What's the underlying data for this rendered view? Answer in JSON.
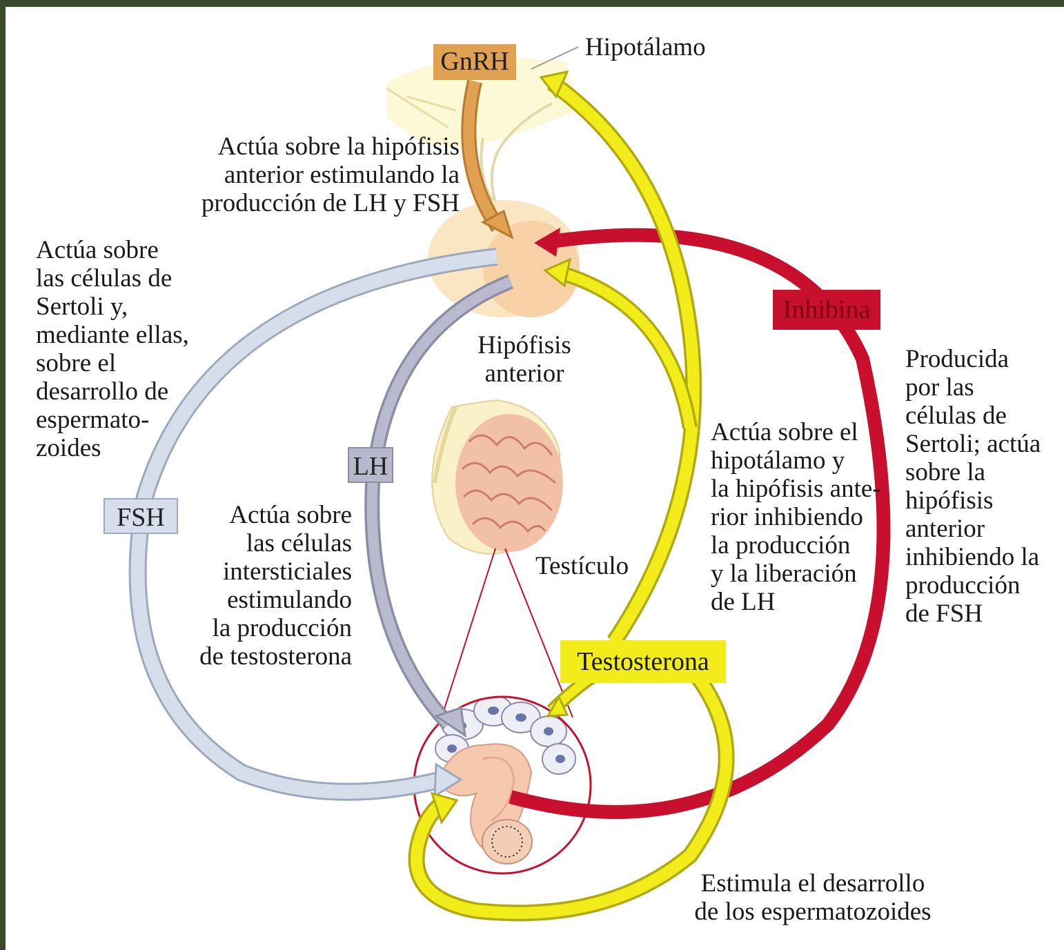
{
  "labels": {
    "gnrh": "GnRH",
    "hipotalamo": "Hipotálamo",
    "hipofisis_anterior": "Hipófisis\nanterior",
    "testiculo": "Testículo",
    "lh": "LH",
    "fsh": "FSH",
    "inhibina": "Inhibina",
    "testosterona": "Testosterona"
  },
  "annotations": {
    "gnrh_action": "Actúa sobre la hipófisis\nanterior estimulando la\nproducción de LH y FSH",
    "fsh_action": "Actúa sobre\nlas células de\nSertoli y,\nmediante ellas,\nsobre el\ndesarrollo de\nespermato-\nzoides",
    "lh_action": "Actúa sobre\nlas células\nintersticiales\nestimulando\nla producción\nde testosterona",
    "testosterone_feedback": "Actúa sobre el\nhipotálamo y\nla hipófisis ante-\nrior inhibiendo\nla producción\ny la liberación\nde LH",
    "inhibina_action": "Producida\npor las\ncélulas de\nSertoli; actúa\nsobre la\nhipófisis\nanterior\ninhibiendo la\nproducción\nde FSH",
    "testosterone_local": "Estimula el desarrollo\nde los espermatozoides"
  },
  "colors": {
    "frame": "#3c4a2c",
    "gnrh_box": "#e0a152",
    "gnrh_arrow": "#d49448",
    "hypothalamus": "#fdf7c4",
    "pituitary": "#f9dcae",
    "fsh_arrow": "#d3dcea",
    "lh_arrow": "#b8b8cc",
    "testosterone": "#f2ec1a",
    "inhibina": "#c8102e",
    "testis": "#f6c6a8"
  }
}
